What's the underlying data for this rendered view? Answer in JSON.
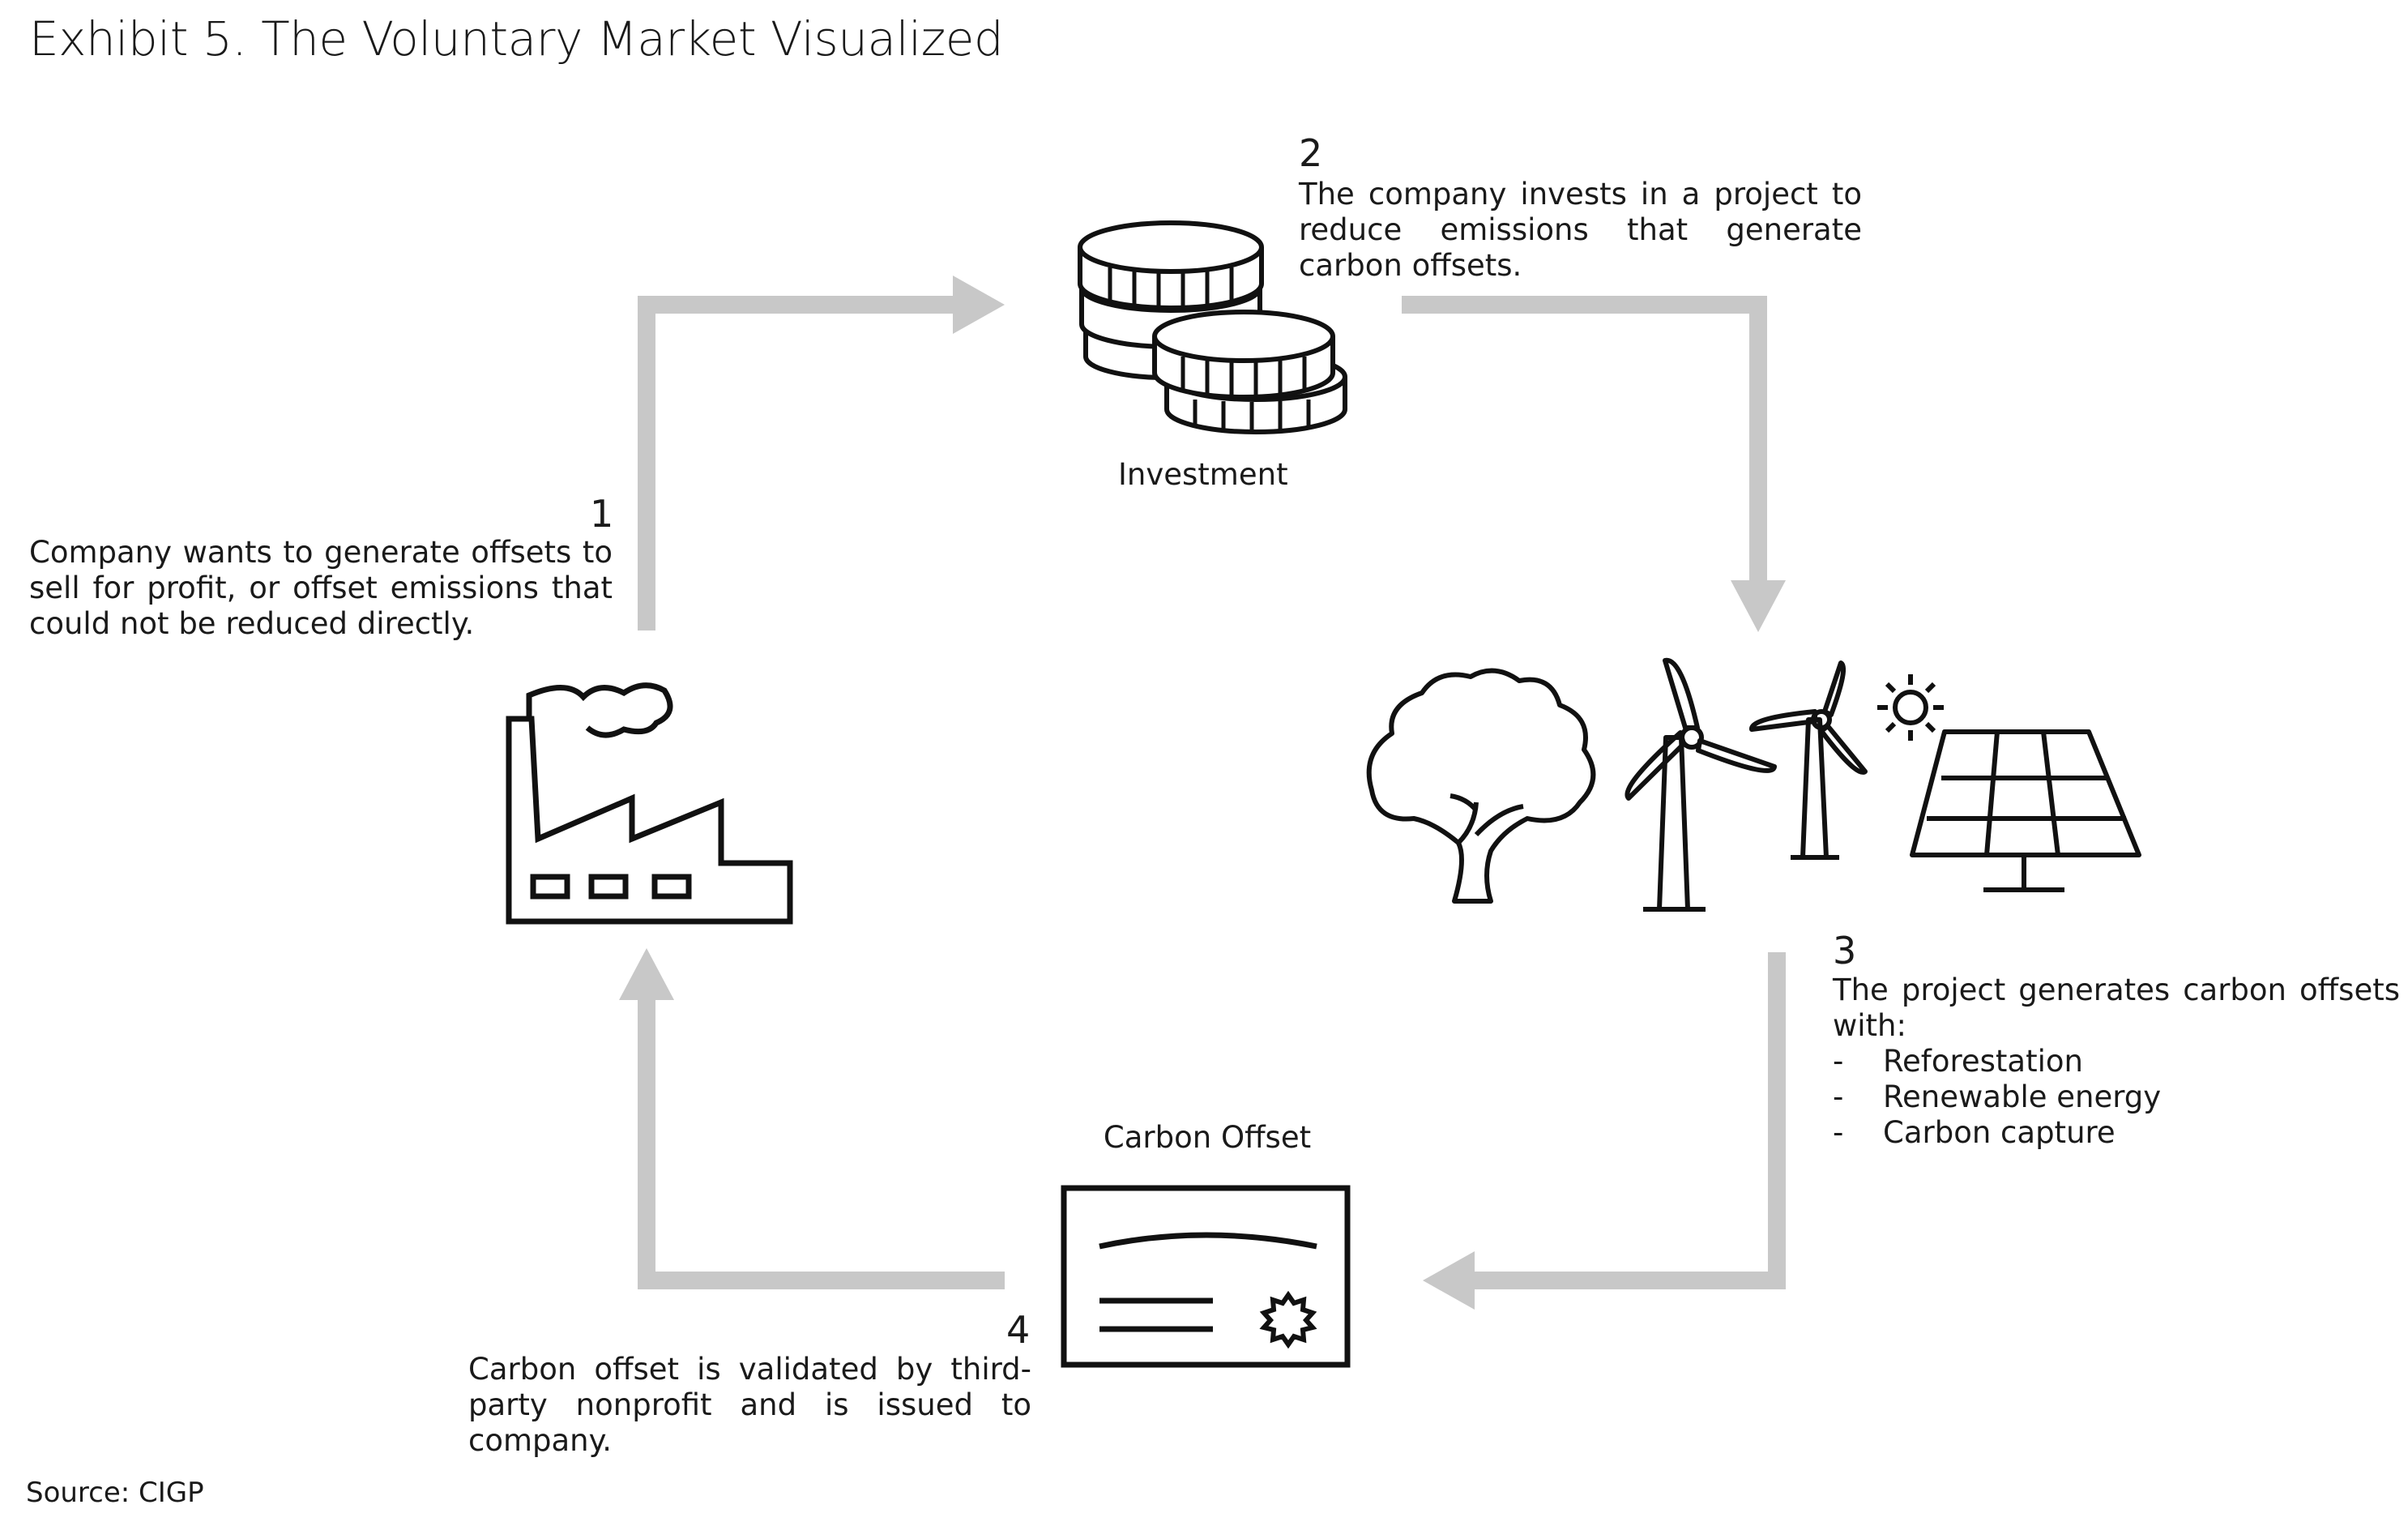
{
  "title": "Exhibit 5. The Voluntary Market Visualized",
  "source": "Source: CIGP",
  "colors": {
    "arrow": "#c8c8c8",
    "icon_stroke": "#111111",
    "text": "#1a1a1a"
  },
  "steps": [
    {
      "number": "1",
      "text": "Company wants to generate offsets to sell for profit, or offset emissions that could not be reduced directly.",
      "icon": "factory-icon"
    },
    {
      "number": "2",
      "text": "The company invests in a project to reduce emissions that generate carbon offsets.",
      "label": "Investment",
      "icon": "coins-icon"
    },
    {
      "number": "3",
      "text": "The project generates carbon offsets with:",
      "bullets": [
        "Reforestation",
        "Renewable energy",
        "Carbon capture"
      ],
      "icon": "projects-icon"
    },
    {
      "number": "4",
      "text": "Carbon offset is validated by third-party nonprofit and is issued to company.",
      "label": "Carbon Offset",
      "icon": "certificate-icon"
    }
  ],
  "bullet_marker": "-"
}
